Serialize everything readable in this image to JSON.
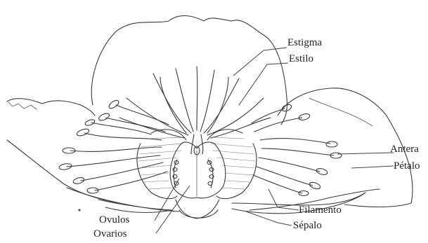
{
  "labels": {
    "estigma": "Estigma",
    "estilo": "Estilo",
    "antera": "Antera",
    "petalo": "Pétalo",
    "filamento": "Filamento",
    "sepalo": "Sépalo",
    "ovulos": "Ovulos",
    "ovarios": "Ovarios"
  }
}
